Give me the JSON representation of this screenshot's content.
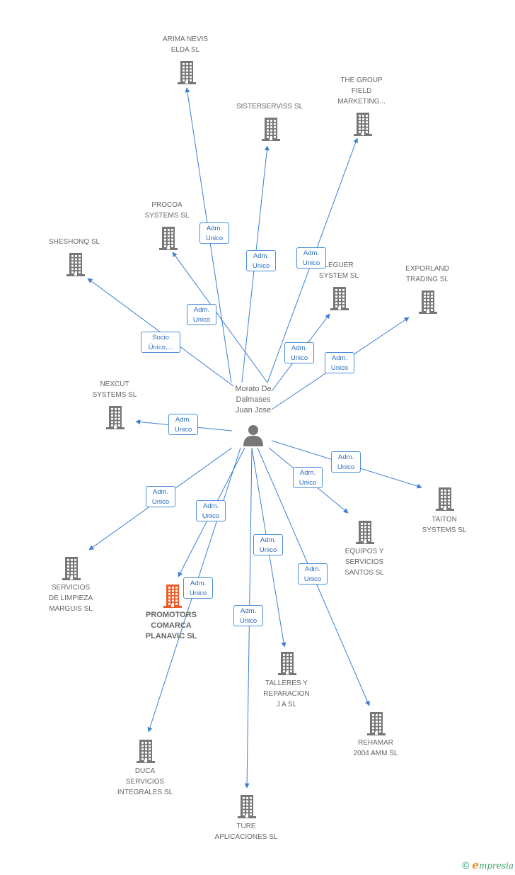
{
  "center": {
    "label": "Morato De\nDalmases\nJuan Jose"
  },
  "nodes": [
    {
      "label": "ARIMA NEVIS\nELDA SL"
    },
    {
      "label": "SISTERSERVISS SL"
    },
    {
      "label": "THE GROUP\nFIELD\nMARKETING..."
    },
    {
      "label": "PROCOA\nSYSTEMS SL"
    },
    {
      "label": "SHESHONQ SL"
    },
    {
      "label": "LEGUER\nSYSTEM SL"
    },
    {
      "label": "EXPORLAND\nTRADING SL"
    },
    {
      "label": "NEXCUT\nSYSTEMS SL"
    },
    {
      "label": "TAITON\nSYSTEMS SL"
    },
    {
      "label": "EQUIPOS Y\nSERVICIOS\nSANTOS SL"
    },
    {
      "label": "SERVICIOS\nDE LIMPIEZA\nMARGUIS SL"
    },
    {
      "label": "PROMOTORS\nCOMARCA\nPLANAVIC SL"
    },
    {
      "label": "TALLERES Y\nREPARACION\nJ A SL"
    },
    {
      "label": "REHAMAR\n2004 AMM SL"
    },
    {
      "label": "DUCA\nSERVICIOS\nINTEGRALES SL"
    },
    {
      "label": "TURE\nAPLICACIONES SL"
    }
  ],
  "edges": [
    {
      "label": "Adm.\nUnico"
    },
    {
      "label": "Adm.\nUnico"
    },
    {
      "label": "Adm.\nUnico"
    },
    {
      "label": "Adm.\nUnico"
    },
    {
      "label": "Socio\nÚnico,..."
    },
    {
      "label": "Adm.\nUnico"
    },
    {
      "label": "Adm.\nUnico"
    },
    {
      "label": "Adm.\nUnico"
    },
    {
      "label": "Adm.\nUnico"
    },
    {
      "label": "Adm.\nUnico"
    },
    {
      "label": "Adm.\nUnico"
    },
    {
      "label": "Adm.\nUnico"
    },
    {
      "label": "Adm.\nUnico"
    },
    {
      "label": "Adm.\nUnico"
    },
    {
      "label": "Adm.\nUnico"
    },
    {
      "label": "Adm.\nUnico"
    }
  ],
  "colors": {
    "edge": "#3b7fd6",
    "building": "#777777",
    "highlight": "#f05a28",
    "person": "#777777"
  },
  "footer": {
    "copyright": "©",
    "brand_initial": "e",
    "brand_rest": "mpresia"
  }
}
